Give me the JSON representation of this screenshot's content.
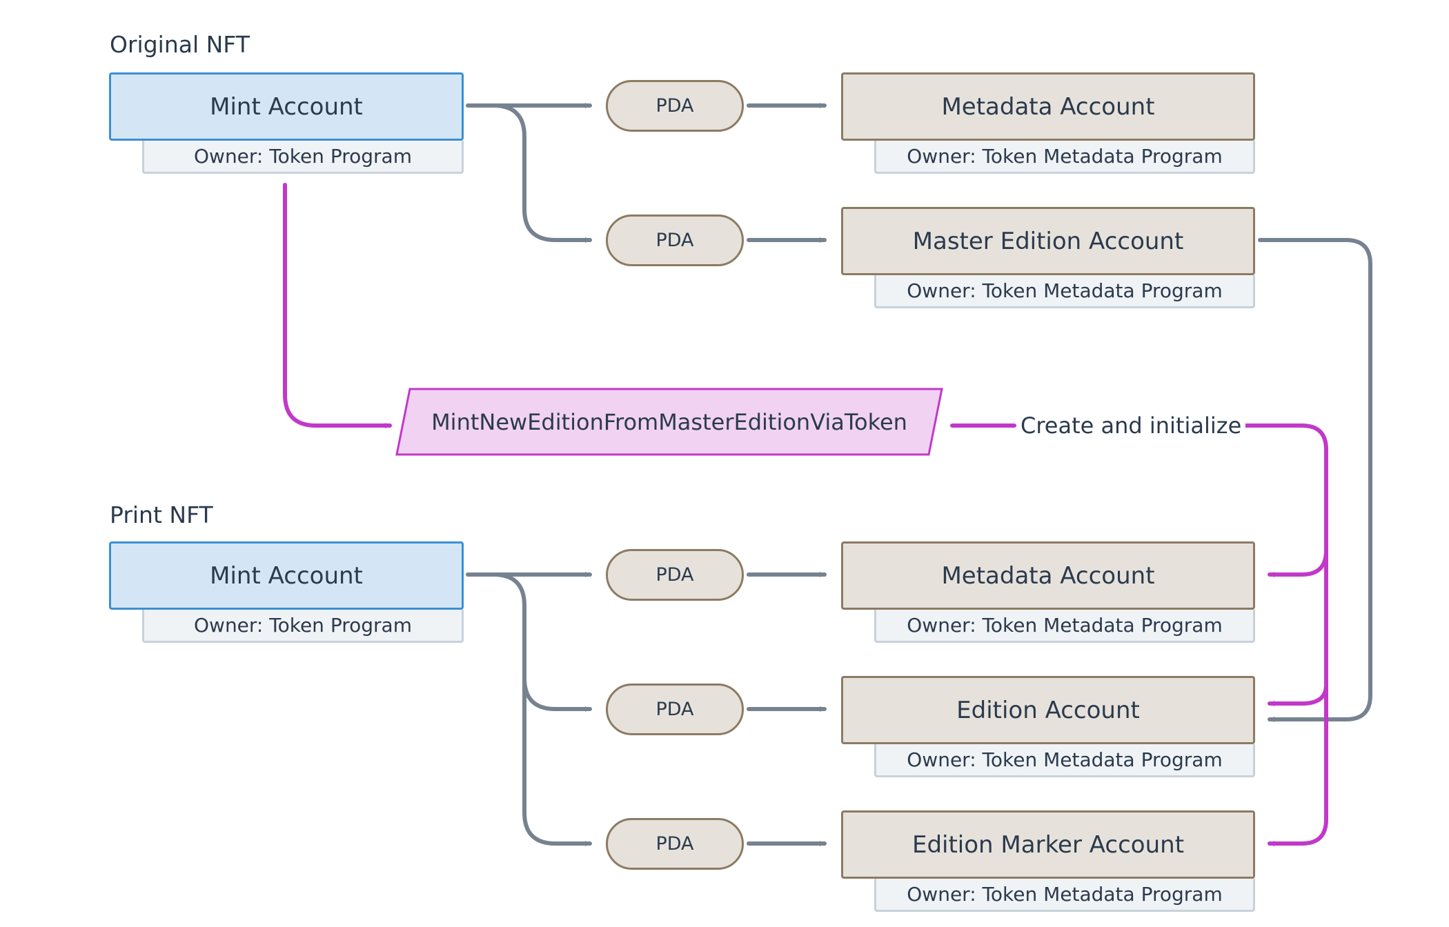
{
  "original": {
    "title": "Original NFT",
    "mint": {
      "label": "Mint Account",
      "owner": "Owner: Token Program"
    },
    "pda1": "PDA",
    "pda2": "PDA",
    "metadata": {
      "label": "Metadata Account",
      "owner": "Owner: Token Metadata Program"
    },
    "master_edition": {
      "label": "Master Edition Account",
      "owner": "Owner: Token Metadata Program"
    }
  },
  "instruction": {
    "label": "MintNewEditionFromMasterEditionViaToken",
    "edge_label": "Create and initialize"
  },
  "print": {
    "title": "Print NFT",
    "mint": {
      "label": "Mint Account",
      "owner": "Owner: Token Program"
    },
    "pda1": "PDA",
    "pda2": "PDA",
    "pda3": "PDA",
    "metadata": {
      "label": "Metadata Account",
      "owner": "Owner: Token Metadata Program"
    },
    "edition": {
      "label": "Edition Account",
      "owner": "Owner: Token Metadata Program"
    },
    "edition_marker": {
      "label": "Edition Marker Account",
      "owner": "Owner: Token Metadata Program"
    }
  },
  "colors": {
    "mint_fill": "#d4e6f6",
    "mint_border": "#3a8fd6",
    "account_fill": "#e6e2db",
    "account_border": "#8c7a62",
    "owner_fill": "#f0f3f6",
    "owner_border": "#c8d1db",
    "instruction_fill": "#f1d2f3",
    "instruction_border": "#c238c9",
    "connector_gray": "#76828f",
    "connector_magenta": "#c238c9",
    "text": "#2b3a4d"
  }
}
